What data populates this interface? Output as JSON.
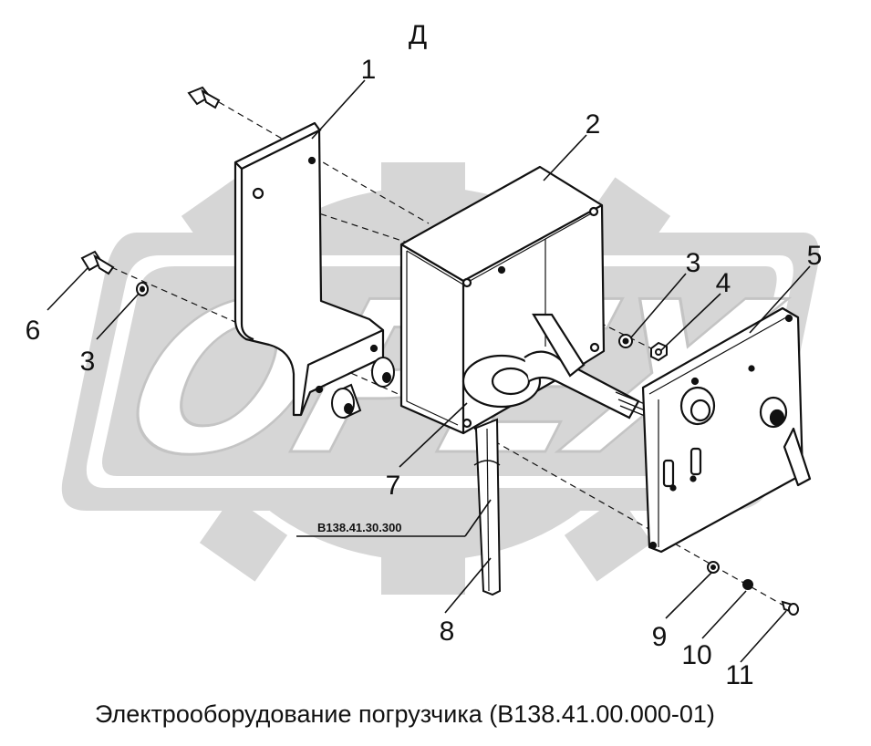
{
  "diagram": {
    "view_label": "Д",
    "caption": "Электрооборудование погрузчика (В138.41.00.000-01)",
    "reference_code": "В138.41.30.300",
    "watermark_text": "ОРЕХ",
    "part_labels": [
      "1",
      "2",
      "3",
      "4",
      "5",
      "6",
      "3",
      "7",
      "8",
      "9",
      "10",
      "11"
    ]
  },
  "colors": {
    "line": "#111111",
    "watermark_fill": "#d6d6d6",
    "watermark_dark": "#c4c4c4",
    "background": "#ffffff"
  }
}
